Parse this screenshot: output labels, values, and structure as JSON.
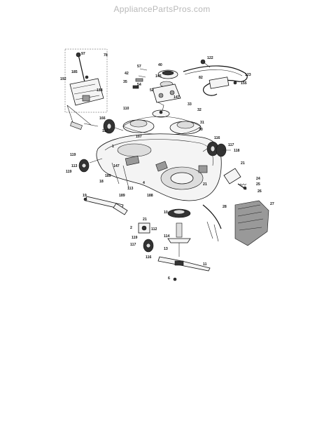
{
  "watermark": "AppliancePartsPros.com",
  "callouts": [
    "97",
    "78",
    "57",
    "42",
    "145",
    "122",
    "123",
    "155",
    "192",
    "188",
    "185",
    "35",
    "117",
    "166",
    "33",
    "147",
    "32",
    "31",
    "30",
    "107",
    "110",
    "19",
    "116",
    "118",
    "117",
    "1",
    "119",
    "113",
    "119",
    "147",
    "18",
    "188",
    "113",
    "4",
    "189",
    "189",
    "21",
    "21",
    "24",
    "25",
    "26",
    "10",
    "27",
    "21",
    "2",
    "112",
    "114",
    "13",
    "119",
    "117",
    "116",
    "28",
    "11",
    "6",
    "82",
    "40",
    "52",
    "54"
  ]
}
